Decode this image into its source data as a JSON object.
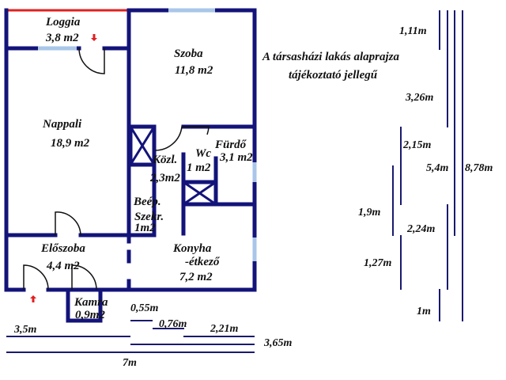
{
  "title": {
    "line1": "A társasházi lakás alaprajza",
    "line2": "tájékoztató jellegű"
  },
  "rooms": {
    "loggia": {
      "name": "Loggia",
      "area": "3,8 m2"
    },
    "szoba": {
      "name": "Szoba",
      "area": "11,8 m2"
    },
    "nappali": {
      "name": "Nappali",
      "area": "18,9 m2"
    },
    "kozl": {
      "name": "Közl.",
      "area": "2,3m2"
    },
    "wc": {
      "name": "Wc",
      "area": "1 m2"
    },
    "furdo": {
      "name": "Fürdő",
      "area": "3,1 m2"
    },
    "beep": {
      "name1": "Beép.",
      "name2": "Szekr.",
      "area": "1m2"
    },
    "eloszoba": {
      "name": "Előszoba",
      "area": "4,4 m2"
    },
    "konyha": {
      "name1": "Konyha",
      "name2": "-étkező",
      "area": "7,2 m2"
    },
    "kamra": {
      "name": "Kamra",
      "area": "0,9m2"
    }
  },
  "dimensions": {
    "horizontal": [
      "3,5m",
      "0,55m",
      "0,76m",
      "2,21m",
      "3,65m",
      "7m"
    ],
    "vertical": [
      "1,11m",
      "3,26m",
      "2,15m",
      "5,4m",
      "8,78m",
      "1,9m",
      "2,24m",
      "1,27m",
      "1m"
    ]
  },
  "colors": {
    "wall": "#13137a",
    "window": "#a9c6e8",
    "loggia_edge": "#e02020",
    "entry_arrow": "#e02020"
  }
}
